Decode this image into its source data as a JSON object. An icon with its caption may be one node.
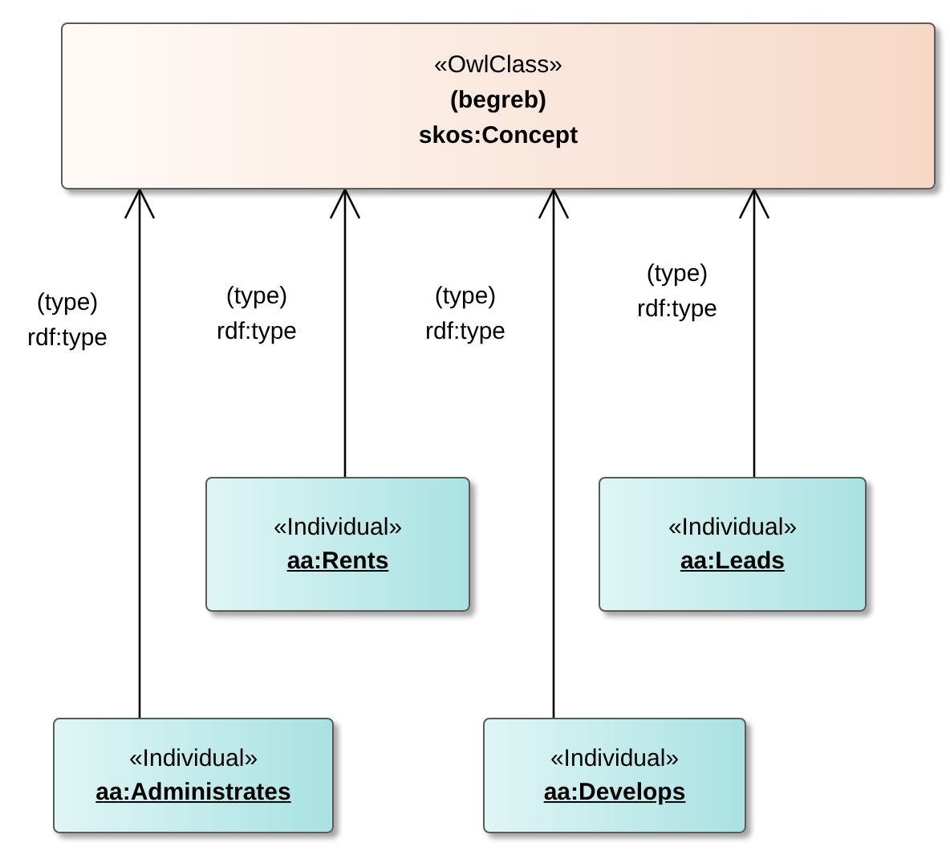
{
  "diagram": {
    "nodes": [
      {
        "text": [
          "«OwlClass»",
          "(begreb)",
          "skos:Concept"
        ]
      },
      {
        "text": [
          "«Individual»",
          "aa:Rents"
        ]
      },
      {
        "text": [
          "«Individual»",
          "aa:Leads"
        ]
      },
      {
        "text": [
          "«Individual»",
          "aa:Administrates"
        ]
      },
      {
        "text": [
          "«Individual»",
          "aa:Develops"
        ]
      }
    ],
    "edges": [
      {
        "from": 3,
        "to": 0,
        "arrow": "to",
        "label": "(type) rdf:type"
      },
      {
        "from": 1,
        "to": 0,
        "arrow": "to",
        "label": "(type) rdf:type"
      },
      {
        "from": 4,
        "to": 0,
        "arrow": "to",
        "label": "(type) rdf:type"
      },
      {
        "from": 2,
        "to": 0,
        "arrow": "to",
        "label": "(type) rdf:type"
      }
    ]
  }
}
